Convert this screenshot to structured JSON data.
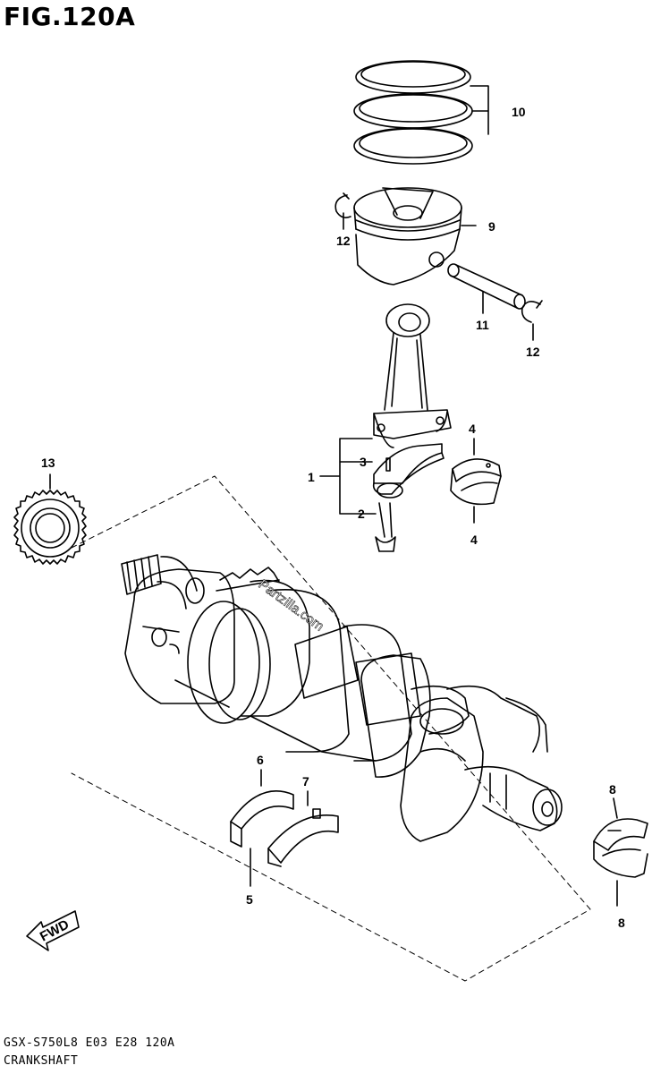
{
  "figure": {
    "title": "FIG.120A"
  },
  "callouts": [
    {
      "id": "c10",
      "text": "10"
    },
    {
      "id": "c9",
      "text": "9"
    },
    {
      "id": "c12a",
      "text": "12"
    },
    {
      "id": "c11",
      "text": "11"
    },
    {
      "id": "c12b",
      "text": "12"
    },
    {
      "id": "c1",
      "text": "1"
    },
    {
      "id": "c3",
      "text": "3"
    },
    {
      "id": "c2",
      "text": "2"
    },
    {
      "id": "c4a",
      "text": "4"
    },
    {
      "id": "c4b",
      "text": "4"
    },
    {
      "id": "c13",
      "text": "13"
    },
    {
      "id": "c6",
      "text": "6"
    },
    {
      "id": "c7",
      "text": "7"
    },
    {
      "id": "c5",
      "text": "5"
    },
    {
      "id": "c8a",
      "text": "8"
    },
    {
      "id": "c8b",
      "text": "8"
    }
  ],
  "watermark": "Partzilla.com",
  "direction_arrow": "FWD",
  "footer": {
    "code": "GSX-S750L8 E03 E28 120A",
    "name": "CRANKSHAFT"
  }
}
